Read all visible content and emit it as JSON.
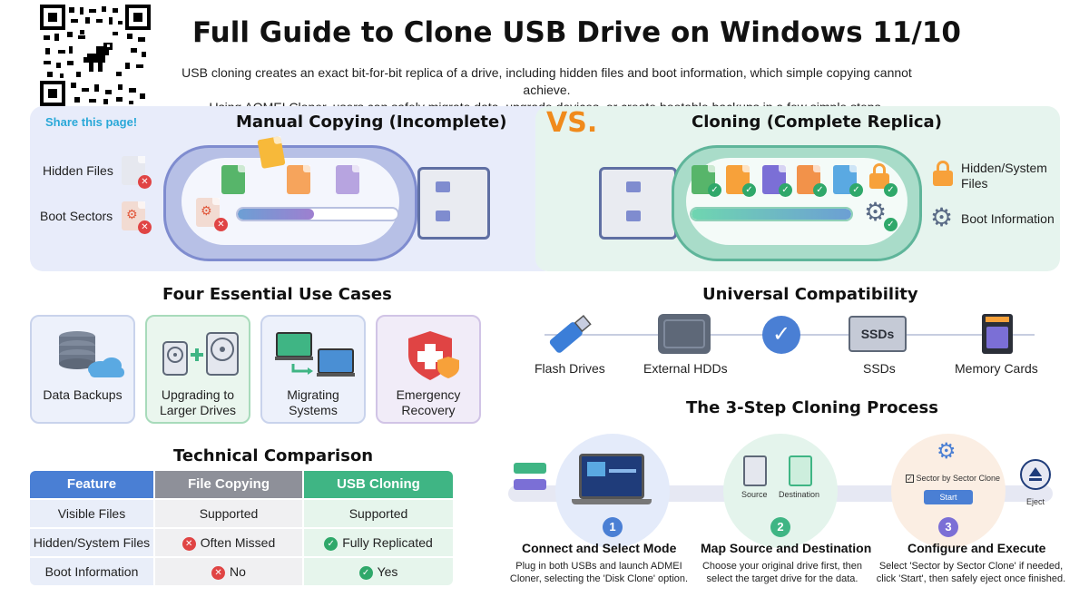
{
  "header": {
    "title": "Full Guide to Clone USB Drive on Windows 11/10",
    "intro_line1": "USB cloning creates an exact bit-for-bit replica of a drive, including hidden files and boot information, which simple copying cannot achieve.",
    "intro_line2": "Using AOMEI Cloner, users can safely migrate data, upgrade devices, or create bootable backups in a few simple steps."
  },
  "share_label": "Share this page!",
  "comparison": {
    "left_title": "Manual Copying (Incomplete)",
    "vs_label": "VS.",
    "right_title": "Cloning (Complete Replica)",
    "left_labels": [
      "Hidden Files",
      "Boot Sectors"
    ],
    "right_labels": [
      "Hidden/System Files",
      "Boot Information"
    ]
  },
  "use_cases": {
    "title": "Four Essential Use Cases",
    "items": [
      {
        "label": "Data Backups",
        "icon": "database-cloud-icon"
      },
      {
        "label": "Upgrading to Larger Drives",
        "icon": "hdd-upgrade-icon"
      },
      {
        "label": "Migrating Systems",
        "icon": "monitor-migrate-icon"
      },
      {
        "label": "Emergency Recovery",
        "icon": "shield-plus-icon"
      }
    ]
  },
  "comparison_table": {
    "title": "Technical Comparison",
    "headers": [
      "Feature",
      "File Copying",
      "USB Cloning"
    ],
    "rows": [
      {
        "feature": "Visible Files",
        "copying": "Supported",
        "cloning": "Supported"
      },
      {
        "feature": "Hidden/System Files",
        "copying": "Often Missed",
        "cloning": "Fully Replicated"
      },
      {
        "feature": "Boot Information",
        "copying": "No",
        "cloning": "Yes"
      }
    ]
  },
  "compatibility": {
    "title": "Universal Compatibility",
    "items": [
      "Flash Drives",
      "External HDDs",
      "SSDs",
      "Memory Cards"
    ],
    "ssd_badge": "SSDs"
  },
  "process": {
    "title": "The 3-Step Cloning Process",
    "steps": [
      {
        "num": "1",
        "title": "Connect and Select Mode",
        "desc": "Plug in both USBs and launch ADMEI Cloner, selecting the 'Disk Clone' option."
      },
      {
        "num": "2",
        "title": "Map Source and Destination",
        "desc": "Choose your original drive first, then select the target drive for the data."
      },
      {
        "num": "3",
        "title": "Configure and Execute",
        "desc": "Select 'Sector by Sector Clone' if needed, click 'Start', then safely eject once finished."
      }
    ],
    "source_label": "Source",
    "destination_label": "Destination",
    "sector_label": "Sector by Sector Clone",
    "start_label": "Start",
    "eject_label": "Eject"
  },
  "colors": {
    "blue_header": "#4a7fd4",
    "gray_header": "#8e9099",
    "green_header": "#3fb584",
    "accent_orange": "#f08a1c",
    "bad_red": "#e04444",
    "good_green": "#2fa86a"
  }
}
